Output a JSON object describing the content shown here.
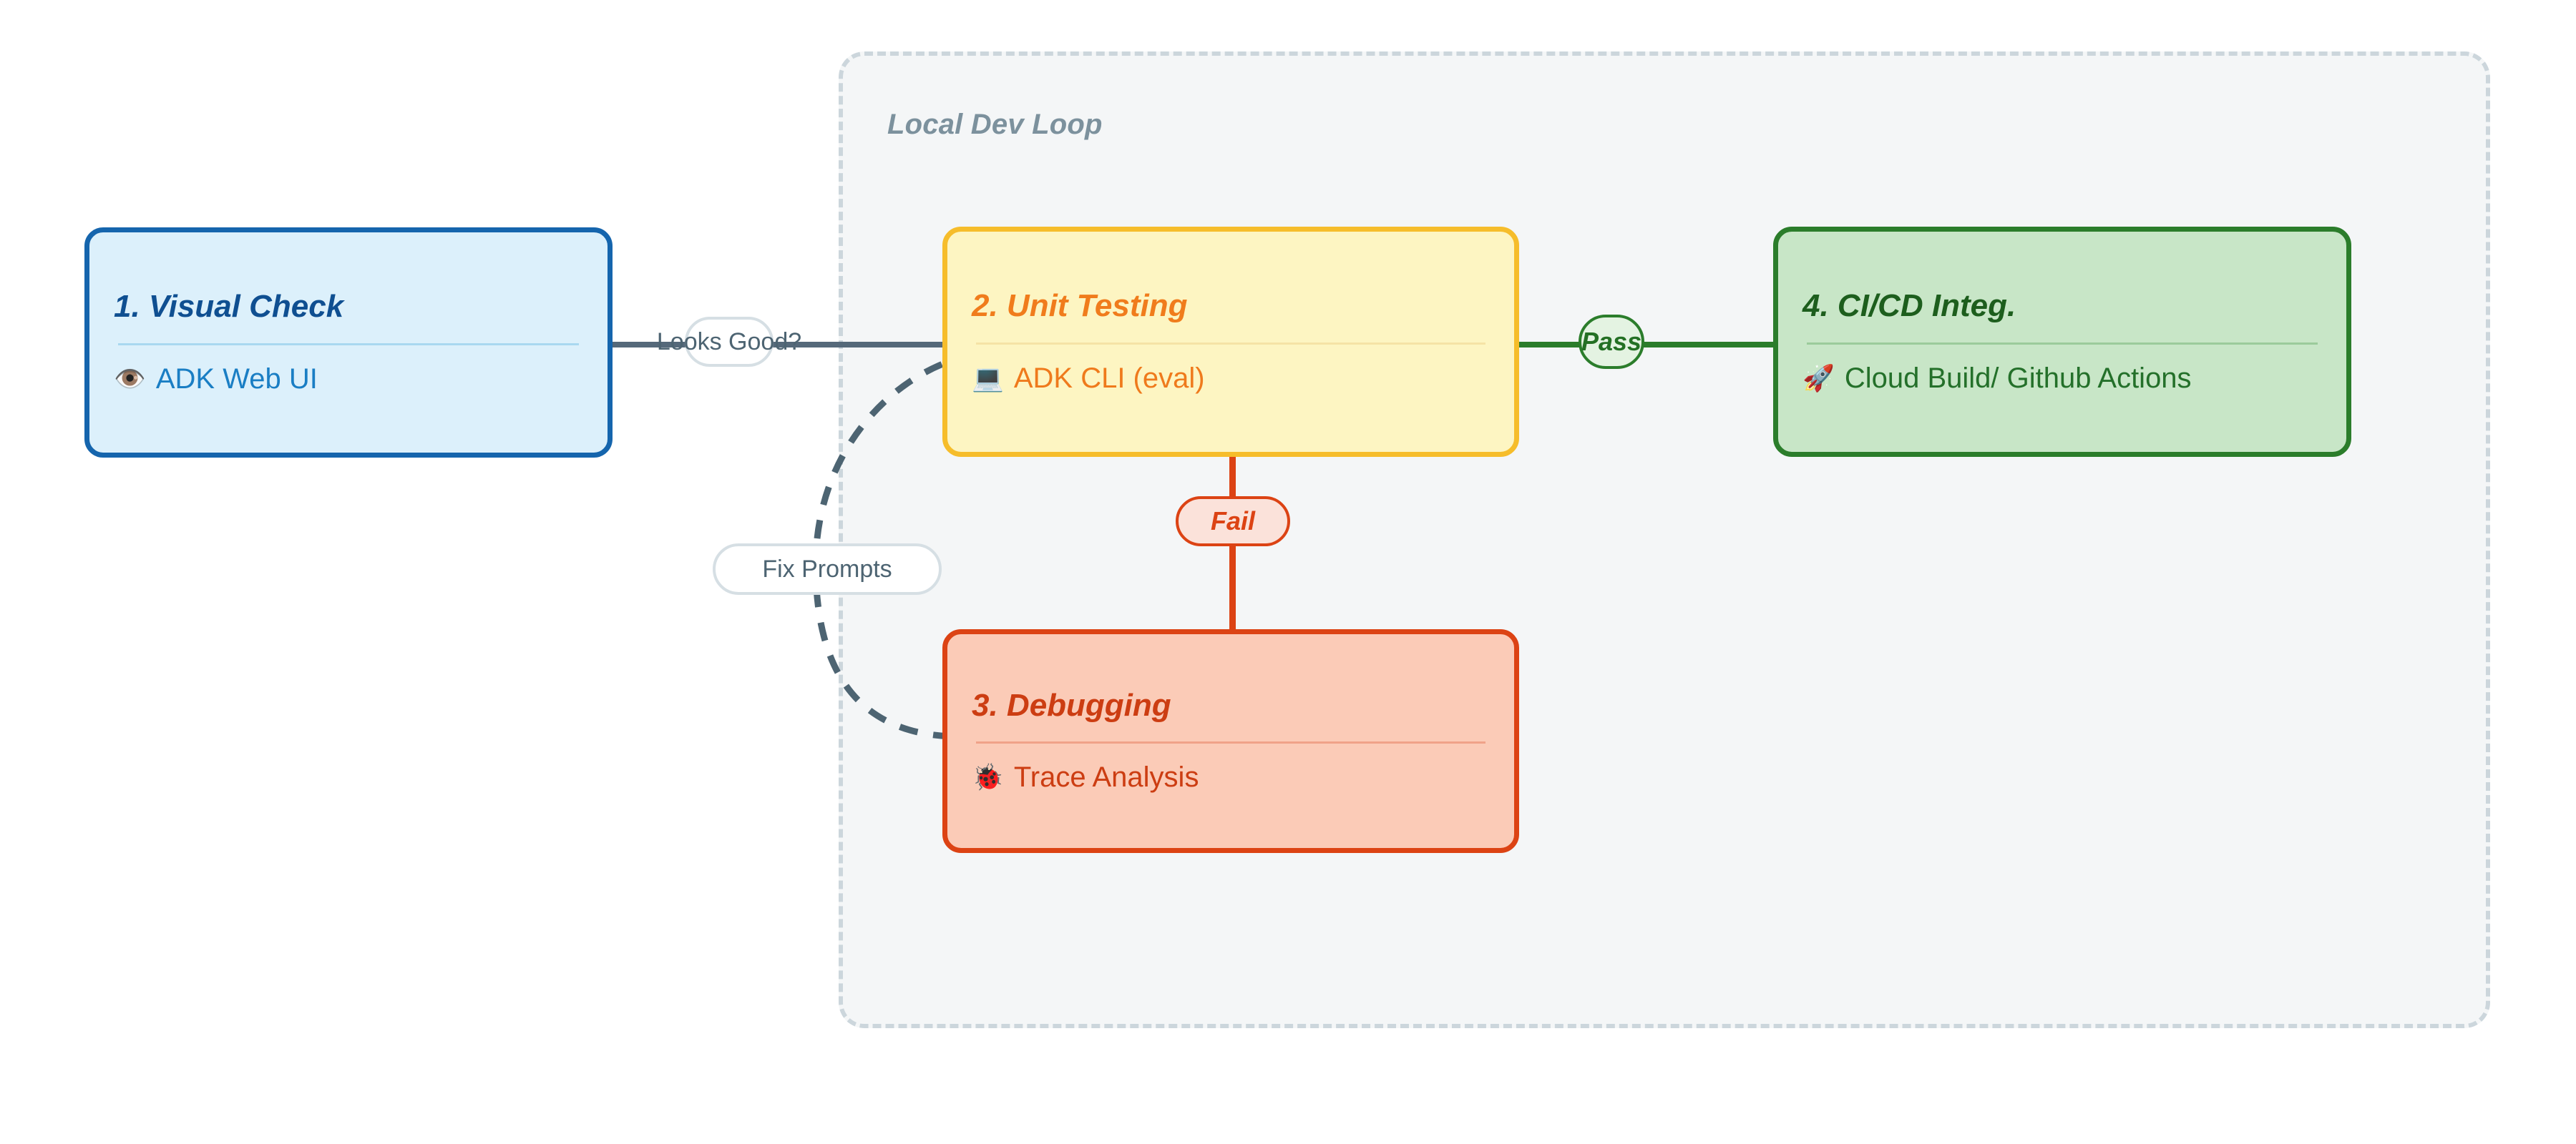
{
  "diagram": {
    "title": "Local Dev Loop",
    "background": "#ffffff"
  },
  "subgraph": {
    "label": "Local Dev Loop",
    "fill": "#f4f6f7",
    "border_color": "#ccd6dc",
    "border_style": "dashed"
  },
  "nodes": [
    {
      "id": "visual-check",
      "title": "1. Visual Check",
      "subtitle": "ADK Web UI",
      "emoji": "👁️",
      "emoji_name": "eye-icon",
      "fill": "#dcf0fb",
      "border_color": "#1565ad",
      "title_color": "#0f4f91",
      "text_color": "#1a7ec4",
      "in_subgraph": false
    },
    {
      "id": "unit-testing",
      "title": "2. Unit Testing",
      "subtitle": "ADK CLI (eval)",
      "emoji": "💻",
      "emoji_name": "laptop-icon",
      "fill": "#fdf5c2",
      "border_color": "#f6bd2b",
      "title_color": "#f07c1c",
      "text_color": "#ef7a1c",
      "in_subgraph": true
    },
    {
      "id": "debugging",
      "title": "3. Debugging",
      "subtitle": "Trace Analysis",
      "emoji": "🐞",
      "emoji_name": "lady-beetle-icon",
      "fill": "#fbcbb7",
      "border_color": "#dc4314",
      "title_color": "#cc3d12",
      "text_color": "#cc3d12",
      "in_subgraph": true
    },
    {
      "id": "cicd",
      "title": "4. CI/CD Integ.",
      "subtitle": "Cloud Build/ Github Actions",
      "emoji": "🚀",
      "emoji_name": "rocket-icon",
      "fill": "#c8e6c7",
      "border_color": "#2b7d2b",
      "title_color": "#1d5e1d",
      "text_color": "#24702a",
      "in_subgraph": true
    }
  ],
  "edges": [
    {
      "id": "looks-good",
      "label": "Looks Good?",
      "from": "visual-check",
      "to": "unit-testing",
      "color": "#55697a",
      "style": "solid"
    },
    {
      "id": "pass",
      "label": "Pass",
      "from": "unit-testing",
      "to": "cicd",
      "color": "#2b7d2b",
      "style": "solid"
    },
    {
      "id": "fail",
      "label": "Fail",
      "from": "unit-testing",
      "to": "debugging",
      "color": "#dc4314",
      "style": "solid"
    },
    {
      "id": "fix-prompts",
      "label": "Fix Prompts",
      "from": "debugging",
      "to": "unit-testing",
      "color": "#4d6472",
      "style": "dashed"
    }
  ]
}
